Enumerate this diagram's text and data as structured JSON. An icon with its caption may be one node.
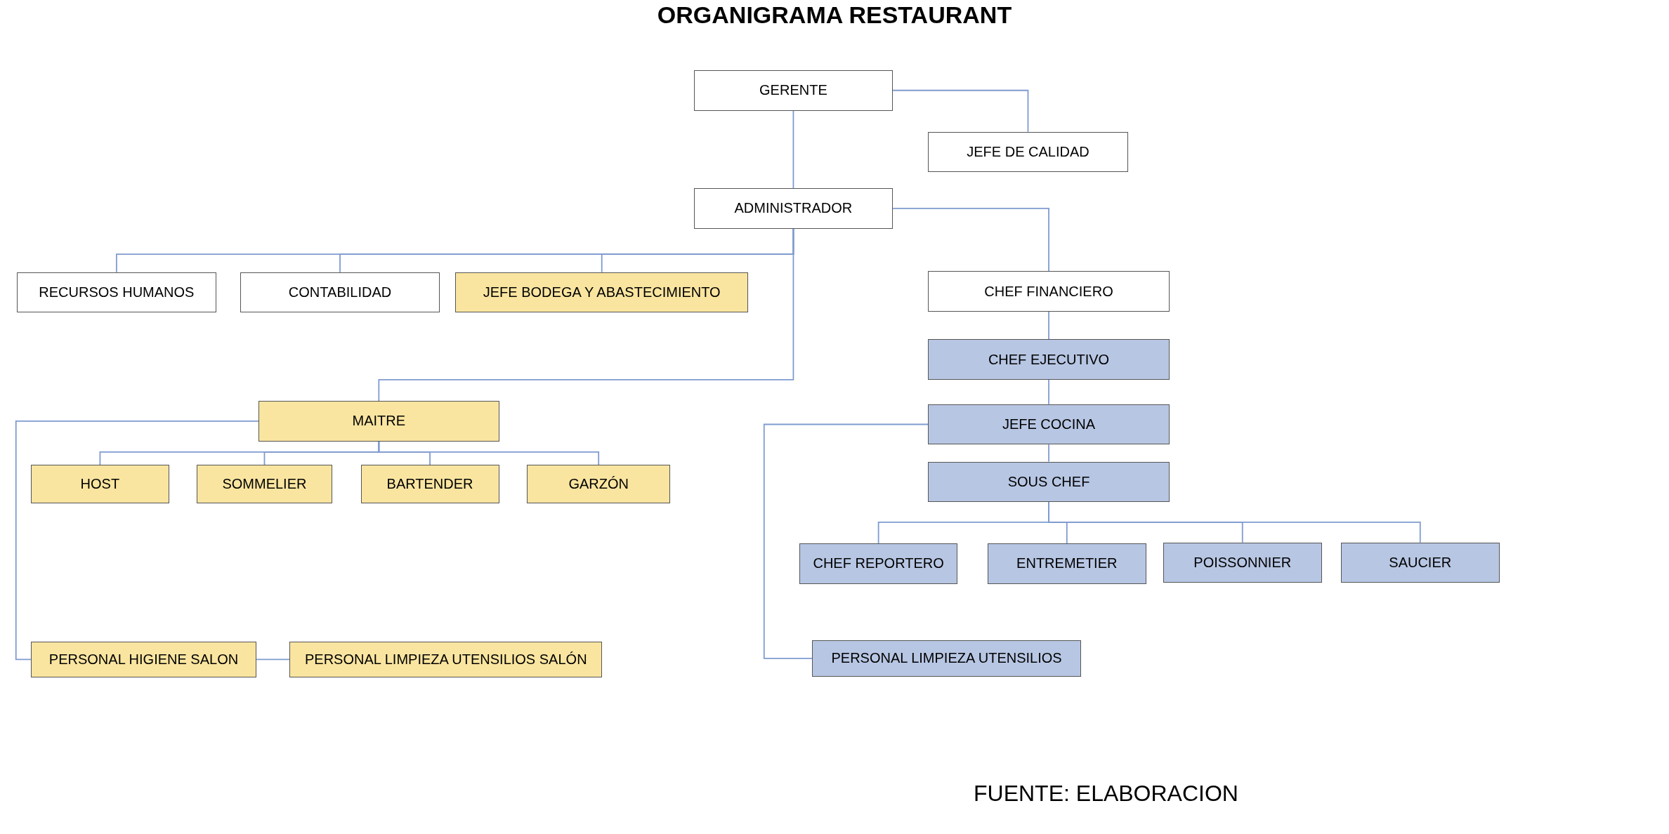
{
  "diagram": {
    "title": "ORGANIGRAMA RESTAURANT",
    "nodes": [
      {
        "text": [
          "GERENTE"
        ]
      },
      {
        "text": [
          "JEFE DE CALIDAD"
        ]
      },
      {
        "text": [
          "ADMINISTRADOR"
        ]
      },
      {
        "text": [
          "RECURSOS HUMANOS"
        ]
      },
      {
        "text": [
          "CONTABILIDAD"
        ]
      },
      {
        "text": [
          "JEFE BODEGA Y ABASTECIMIENTO"
        ]
      },
      {
        "text": [
          "CHEF FINANCIERO"
        ]
      },
      {
        "text": [
          "CHEF EJECUTIVO"
        ]
      },
      {
        "text": [
          "MAITRE"
        ]
      },
      {
        "text": [
          "JEFE COCINA"
        ]
      },
      {
        "text": [
          "HOST"
        ]
      },
      {
        "text": [
          "SOMMELIER"
        ]
      },
      {
        "text": [
          "BARTENDER"
        ]
      },
      {
        "text": [
          "GARZÓN"
        ]
      },
      {
        "text": [
          "SOUS CHEF"
        ]
      },
      {
        "text": [
          "CHEF REPORTERO"
        ]
      },
      {
        "text": [
          "ENTREMETIER"
        ]
      },
      {
        "text": [
          "POISSONNIER"
        ]
      },
      {
        "text": [
          "SAUCIER"
        ]
      },
      {
        "text": [
          "PERSONAL HIGIENE SALON"
        ]
      },
      {
        "text": [
          "PERSONAL LIMPIEZA UTENSILIOS SALÓN"
        ]
      },
      {
        "text": [
          "PERSONAL LIMPIEZA UTENSILIOS"
        ]
      }
    ],
    "edges": [
      {
        "from": 0,
        "to": 1,
        "arrow": "none"
      },
      {
        "from": 0,
        "to": 2,
        "arrow": "none"
      },
      {
        "from": 2,
        "to": 3,
        "arrow": "none"
      },
      {
        "from": 2,
        "to": 4,
        "arrow": "none"
      },
      {
        "from": 2,
        "to": 5,
        "arrow": "none"
      },
      {
        "from": 2,
        "to": 8,
        "arrow": "none"
      },
      {
        "from": 2,
        "to": 6,
        "arrow": "none"
      },
      {
        "from": 6,
        "to": 7,
        "arrow": "none"
      },
      {
        "from": 7,
        "to": 9,
        "arrow": "none"
      },
      {
        "from": 9,
        "to": 14,
        "arrow": "none"
      },
      {
        "from": 8,
        "to": 10,
        "arrow": "none"
      },
      {
        "from": 8,
        "to": 11,
        "arrow": "none"
      },
      {
        "from": 8,
        "to": 12,
        "arrow": "none"
      },
      {
        "from": 8,
        "to": 13,
        "arrow": "none"
      },
      {
        "from": 8,
        "to": 19,
        "arrow": "none"
      },
      {
        "from": 19,
        "to": 20,
        "arrow": "none"
      },
      {
        "from": 14,
        "to": 15,
        "arrow": "none"
      },
      {
        "from": 14,
        "to": 16,
        "arrow": "none"
      },
      {
        "from": 14,
        "to": 17,
        "arrow": "none"
      },
      {
        "from": 14,
        "to": 18,
        "arrow": "none"
      },
      {
        "from": 9,
        "to": 21,
        "arrow": "none"
      }
    ],
    "labels": [
      "FUENTE: ELABORACION"
    ]
  }
}
